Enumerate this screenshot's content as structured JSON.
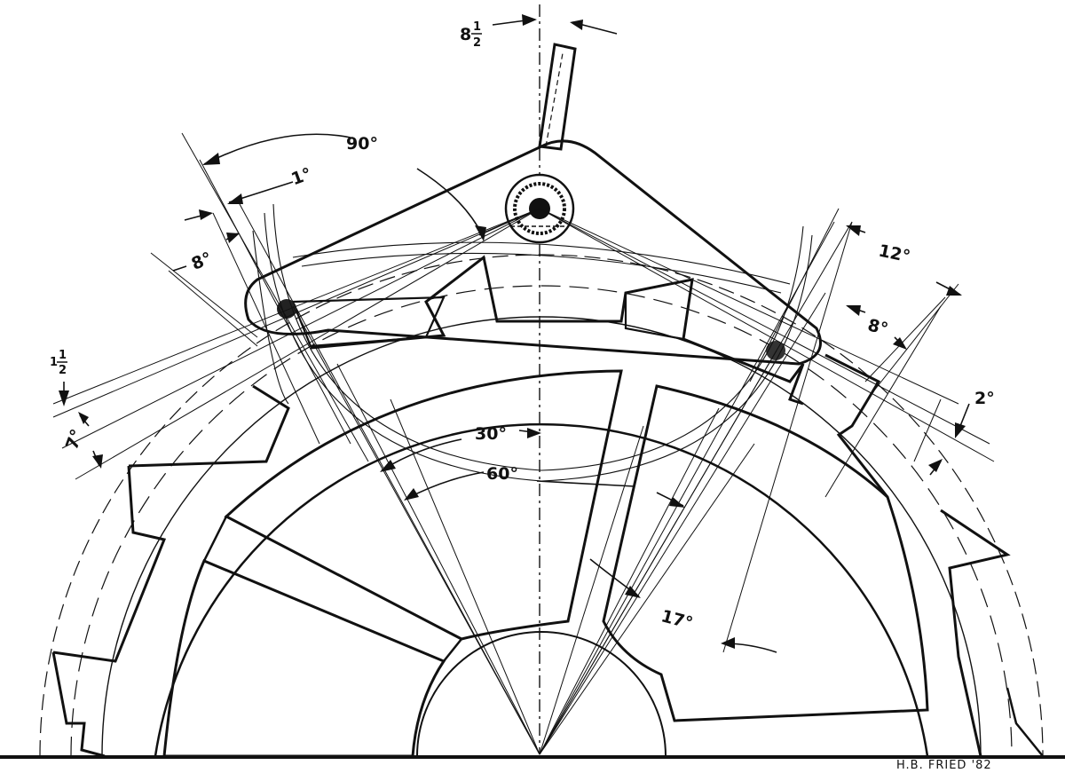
{
  "labels": {
    "angle_90": "90°",
    "angle_1": "1°",
    "angle_8_left": "8°",
    "angle_8_right": "8°",
    "angle_12": "12°",
    "angle_2": "2°",
    "angle_7": "7°",
    "angle_30": "30°",
    "angle_60": "60°",
    "angle_17": "17°",
    "angle_8half_whole": "8",
    "angle_8half_num": "1",
    "angle_8half_den": "2",
    "angle_1half_whole": "1",
    "angle_1half_num": "1",
    "angle_1half_den": "2"
  },
  "signature": "H.B. FRIED '82",
  "colors": {
    "ink": "#111111",
    "paper": "#ffffff"
  }
}
